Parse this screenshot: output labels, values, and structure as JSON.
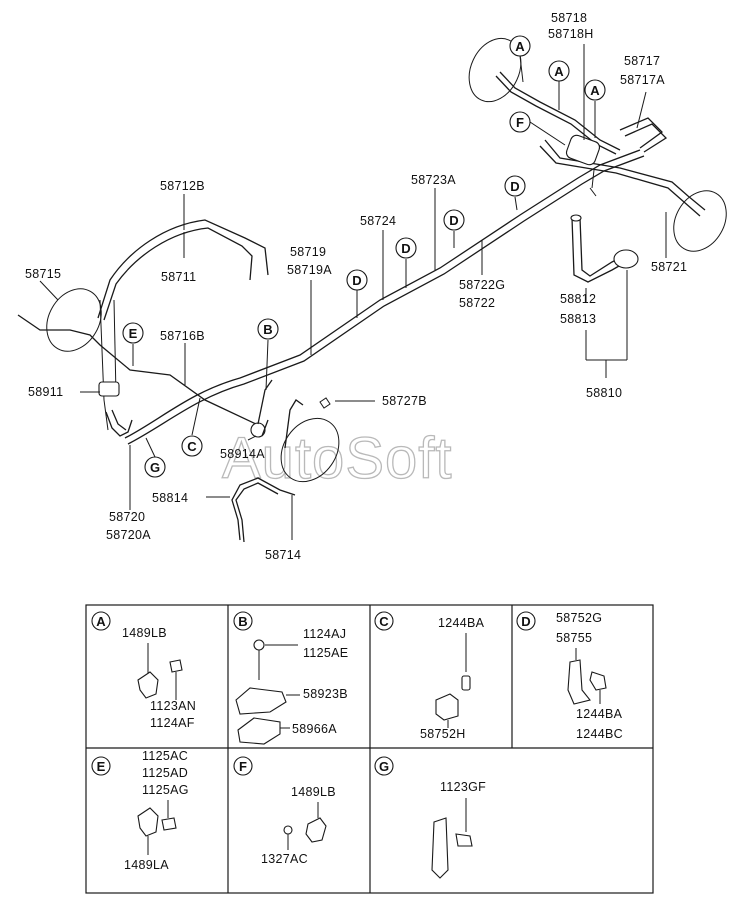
{
  "watermark": "AutoSoft",
  "parts": {
    "p58718": "58718",
    "p58718H": "58718H",
    "p58717": "58717",
    "p58717A": "58717A",
    "p58712B": "58712B",
    "p58711": "58711",
    "p58723A": "58723A",
    "p58724": "58724",
    "p58719": "58719",
    "p58719A": "58719A",
    "p58722G": "58722G",
    "p58722": "58722",
    "p58721": "58721",
    "p58715": "58715",
    "p58716B": "58716B",
    "p58812": "58812",
    "p58813": "58813",
    "p58810": "58810",
    "p58911": "58911",
    "p58727B": "58727B",
    "p58914A": "58914A",
    "p58814": "58814",
    "p58720": "58720",
    "p58720A": "58720A",
    "p58714": "58714"
  },
  "markers": {
    "A": "A",
    "B": "B",
    "C": "C",
    "D": "D",
    "E": "E",
    "F": "F",
    "G": "G"
  },
  "details": {
    "A": {
      "letter": "A",
      "l1": "1489LB",
      "l2": "1123AN",
      "l3": "1124AF"
    },
    "B": {
      "letter": "B",
      "l1": "1124AJ",
      "l2": "1125AE",
      "l3": "58923B",
      "l4": "58966A"
    },
    "C": {
      "letter": "C",
      "l1": "1244BA",
      "l2": "58752H"
    },
    "D": {
      "letter": "D",
      "l1": "58752G",
      "l2": "58755",
      "l3": "1244BA",
      "l4": "1244BC"
    },
    "E": {
      "letter": "E",
      "l1": "1125AC",
      "l2": "1125AD",
      "l3": "1125AG",
      "l4": "1489LA"
    },
    "F": {
      "letter": "F",
      "l1": "1489LB",
      "l2": "1327AC"
    },
    "G": {
      "letter": "G",
      "l1": "1123GF"
    }
  }
}
